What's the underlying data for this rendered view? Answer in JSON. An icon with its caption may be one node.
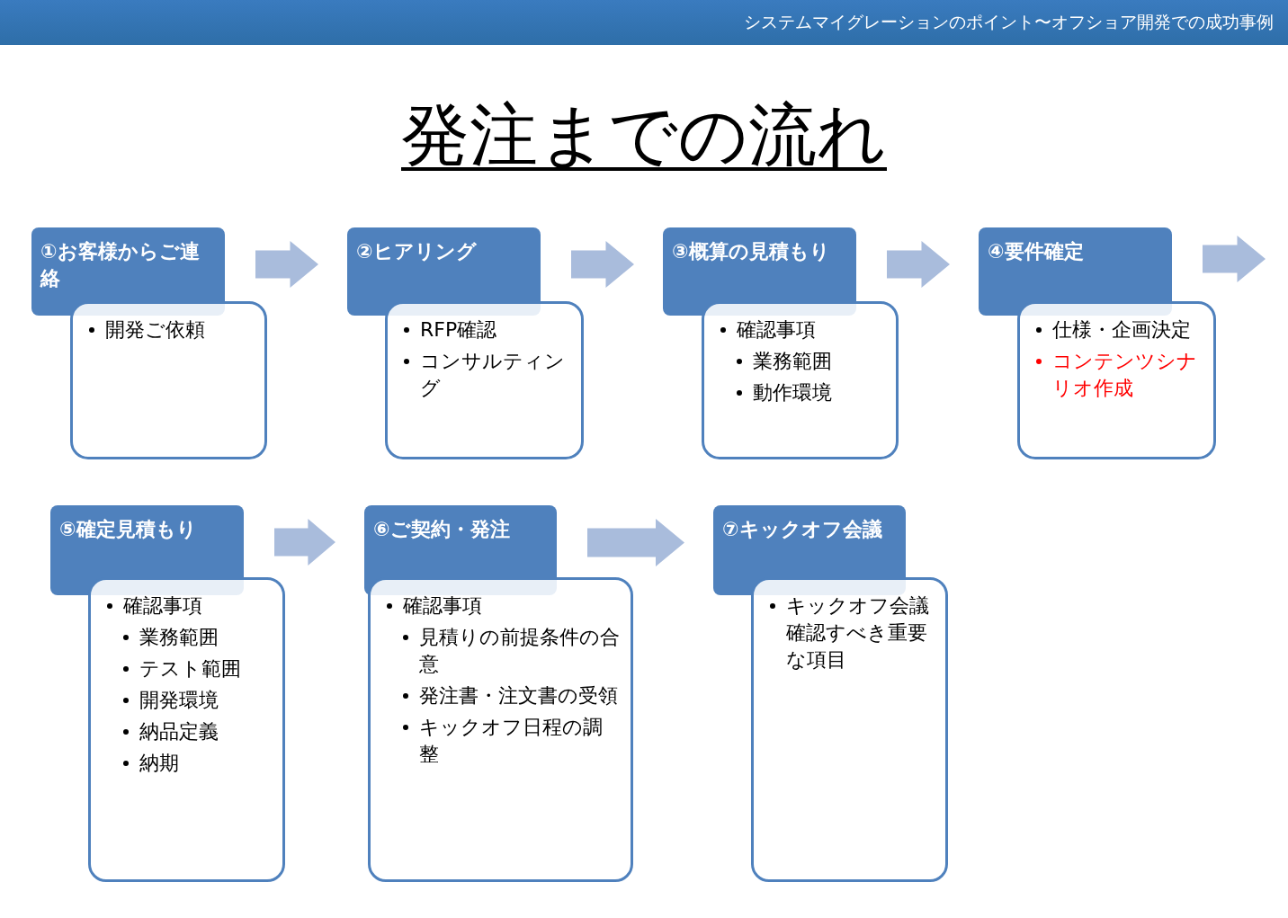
{
  "diagram": {
    "title": "発注までの流れ",
    "nodes": [
      {
        "text": [
          "①お客様からご連絡"
        ]
      },
      {
        "text": [
          "開発ご依頼"
        ]
      },
      {
        "text": [
          "②ヒアリング"
        ]
      },
      {
        "text": [
          "RFP確認",
          "コンサルティング"
        ]
      },
      {
        "text": [
          "③概算の見積もり"
        ]
      },
      {
        "text": [
          "確認事項",
          "業務範囲",
          "動作環境"
        ]
      },
      {
        "text": [
          "④要件確定"
        ]
      },
      {
        "text": [
          "仕様・企画決定",
          "コンテンツシナリオ作成"
        ]
      },
      {
        "text": [
          "⑤確定見積もり"
        ]
      },
      {
        "text": [
          "確認事項",
          "業務範囲",
          "テスト範囲",
          "開発環境",
          "納品定義",
          "納期"
        ]
      },
      {
        "text": [
          "⑥ご契約・発注"
        ]
      },
      {
        "text": [
          "確認事項",
          "見積りの前提条件の合意",
          "発注書・注文書の受領",
          "キックオフ日程の調整"
        ]
      },
      {
        "text": [
          "⑦キックオフ会議"
        ]
      },
      {
        "text": [
          "キックオフ会議確認すべき重要な項目"
        ]
      }
    ],
    "edges": [
      {
        "from": 0,
        "to": 2,
        "arrow": "to"
      },
      {
        "from": 2,
        "to": 4,
        "arrow": "to"
      },
      {
        "from": 4,
        "to": 6,
        "arrow": "to"
      },
      {
        "from": 6,
        "to": null,
        "arrow": "to"
      },
      {
        "from": 8,
        "to": 10,
        "arrow": "to"
      },
      {
        "from": 10,
        "to": 12,
        "arrow": "to"
      }
    ],
    "labels": [
      "システムマイグレーションのポイント〜オフショア開発での成功事例"
    ]
  }
}
